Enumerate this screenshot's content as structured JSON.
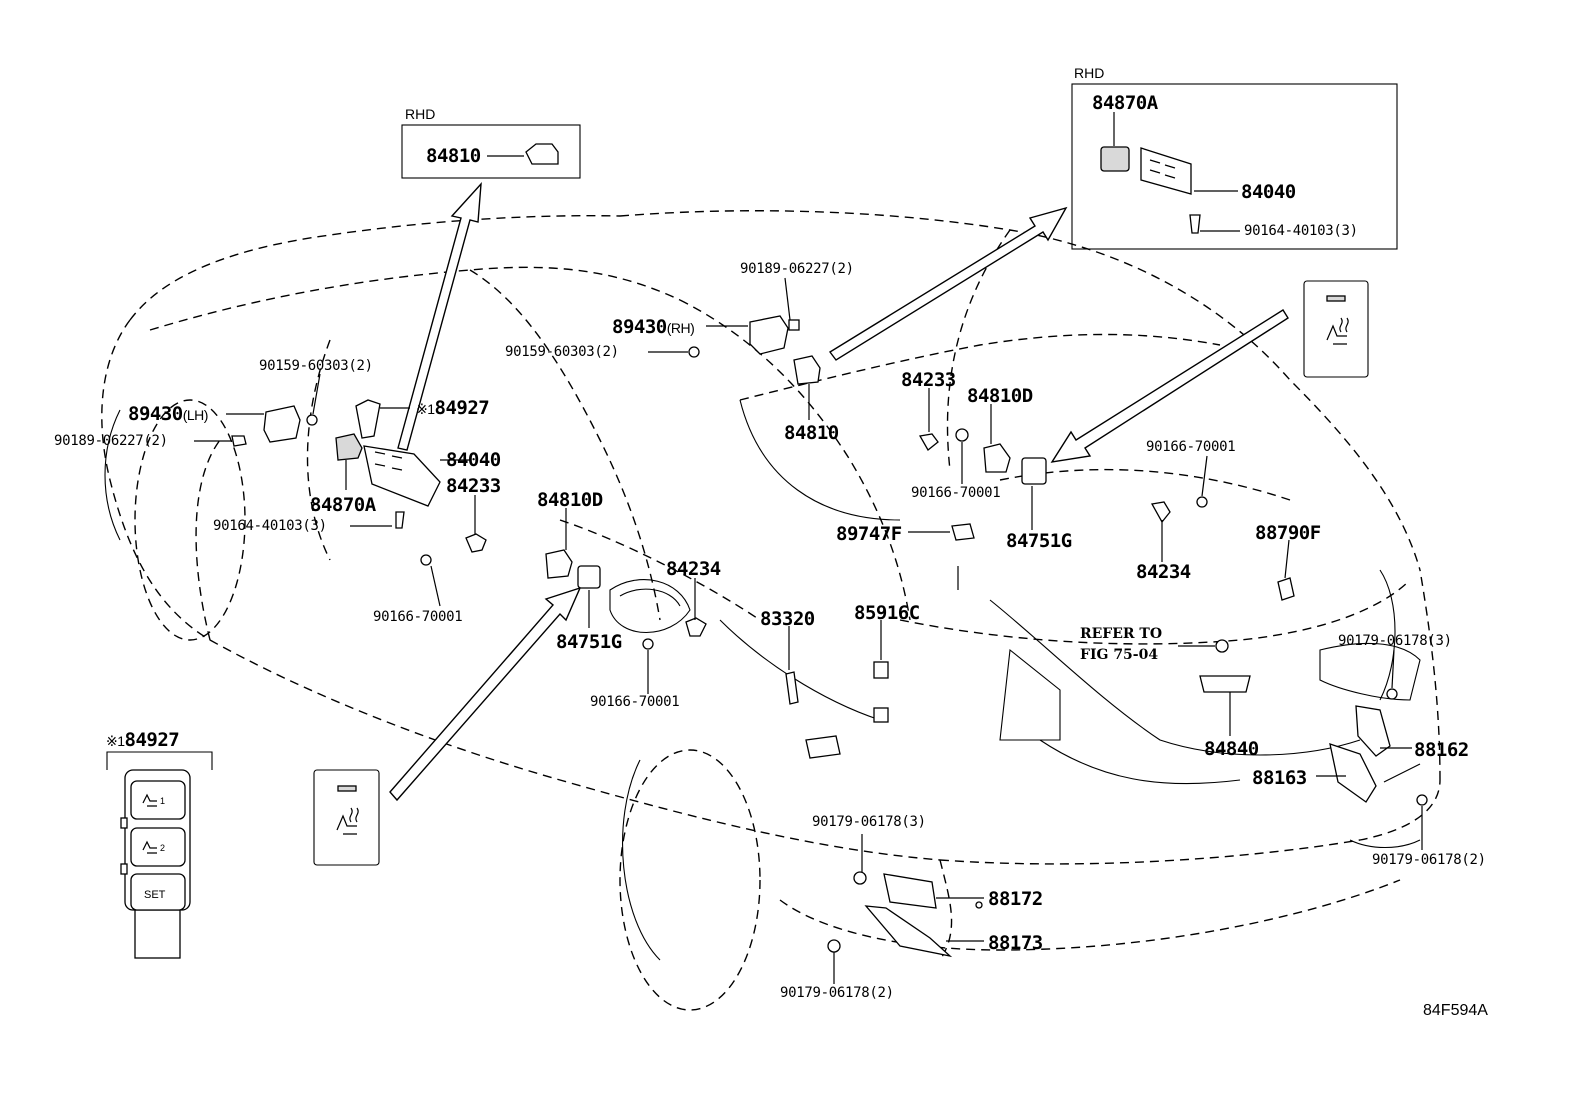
{
  "labels": {
    "rhd_left": "RHD",
    "p84810_rhd": "84810",
    "rhd_right": "RHD",
    "p84870A_rhd": "84870A",
    "p84040_rhd": "84040",
    "p90164_rhd": "90164-40103(3)",
    "p90189_rh": "90189-06227(2)",
    "p89430": "89430",
    "rh": "(RH)",
    "lh": "(LH)",
    "p90159_rh": "90159-60303(2)",
    "p84810_center": "84810",
    "p90159_lh": "90159-60303(2)",
    "p90189_lh": "90189-06227(2)",
    "note_mark": "※1",
    "p84927": "84927",
    "p84040": "84040",
    "p84233_left": "84233",
    "p84870A": "84870A",
    "p90164": "90164-40103(3)",
    "p90166_left": "90166-70001",
    "p84810D_left": "84810D",
    "p84751G_left": "84751G",
    "p84234_left": "84234",
    "p90166_lower": "90166-70001",
    "p84233_right": "84233",
    "p84810D_right": "84810D",
    "p90166_mid": "90166-70001",
    "p84751G_right": "84751G",
    "p89747F": "89747F",
    "p90166_right": "90166-70001",
    "p84234_right": "84234",
    "p88790F": "88790F",
    "p83320": "83320",
    "p85916C": "85916C",
    "refer_line1": "REFER TO",
    "refer_line2": "FIG 75-04",
    "p84840": "84840",
    "p90179_3_right": "90179-06178(3)",
    "p88162": "88162",
    "p88163": "88163",
    "p90179_2_right": "90179-06178(2)",
    "p90179_3_lower": "90179-06178(3)",
    "p88172": "88172",
    "p88173": "88173",
    "p90179_2_lower": "90179-06178(2)",
    "diagram_code": "84F594A"
  },
  "switch": {
    "set_label": "SET",
    "m1": "1",
    "m2": "2"
  }
}
